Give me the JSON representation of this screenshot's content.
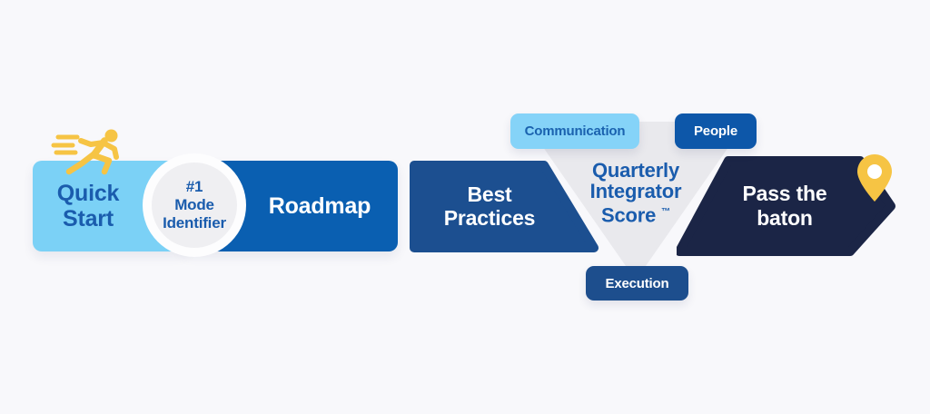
{
  "colors": {
    "background": "#f8f8fb",
    "light_blue": "#7bd1f6",
    "bright_blue": "#0a5fb1",
    "medium_blue": "#1c4f90",
    "navy": "#1b2546",
    "triangle_gray": "#e9e9ed",
    "accent_yellow": "#f6c444",
    "text_blue": "#1a5cad",
    "white": "#ffffff"
  },
  "steps": {
    "quick_start": {
      "line1": "Quick",
      "line2": "Start"
    },
    "mode_identifier": {
      "line1": "#1",
      "line2": "Mode",
      "line3": "Identifier"
    },
    "roadmap": {
      "label": "Roadmap"
    },
    "best_practices": {
      "line1": "Best",
      "line2": "Practices"
    },
    "quarterly_score": {
      "line1": "Quarterly",
      "line2": "Integrator",
      "line3": "Score",
      "trademark": "™"
    },
    "pass_the_baton": {
      "line1": "Pass the",
      "line2": "baton"
    }
  },
  "score_factors": {
    "communication": {
      "label": "Communication"
    },
    "people": {
      "label": "People"
    },
    "execution": {
      "label": "Execution"
    }
  },
  "icons": {
    "runner": "running-person-icon",
    "pin": "location-pin-icon"
  }
}
